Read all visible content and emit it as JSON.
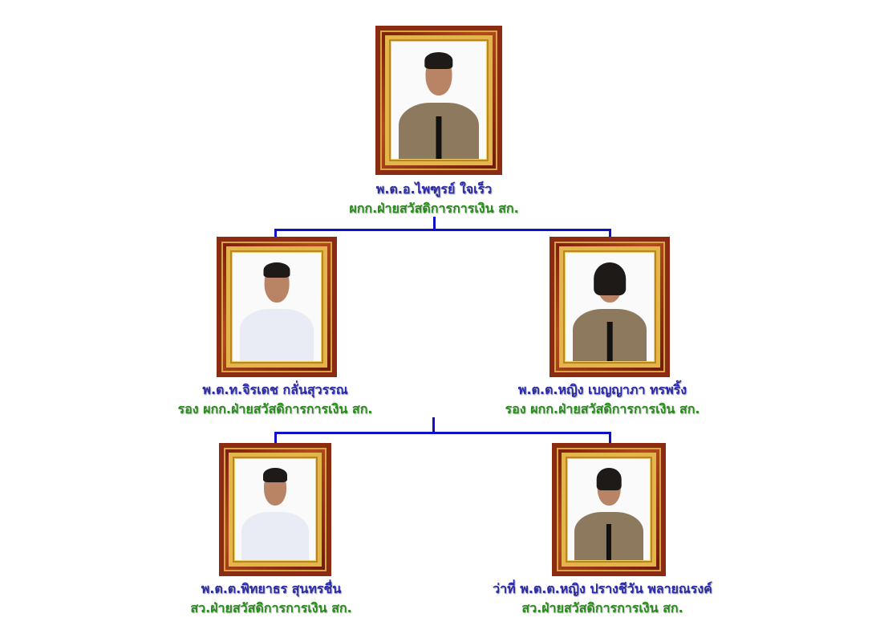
{
  "colors": {
    "connector": "#1010c8",
    "name": "#2a2aa8",
    "role": "#2a8a1e",
    "frame": "#8a2b12"
  },
  "people": [
    {
      "name": "พ.ต.อ.ไพฑูรย์   ใจเร็ว",
      "role": "ผกก.ฝ่ายสวัสดิการการเงิน  สก."
    },
    {
      "name": "พ.ต.ท.จิรเดช  กลั่นสุวรรณ",
      "role": "รอง  ผกก.ฝ่ายสวัสดิการการเงิน  สก."
    },
    {
      "name": "พ.ต.ต.หญิง  เบญญาภา    ทรพริ้ง",
      "role": "รอง  ผกก.ฝ่ายสวัสดิการการเงิน  สก."
    },
    {
      "name": "พ.ต.ต.พิทยาธร    สุนทรชื่น",
      "role": "สว.ฝ่ายสวัสดิการการเงิน  สก."
    },
    {
      "name": "ว่าที่  พ.ต.ต.หญิง  ปรางชีวัน  พลายณรงค์",
      "role": "สว.ฝ่ายสวัสดิการการเงิน  สก."
    }
  ]
}
